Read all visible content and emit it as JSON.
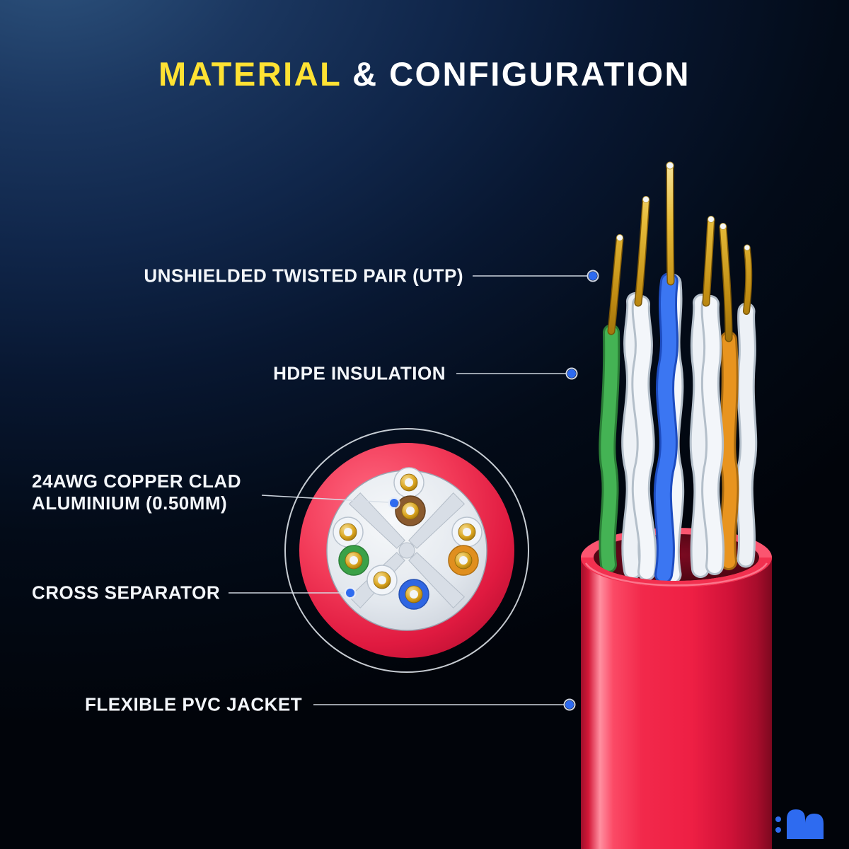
{
  "title": {
    "highlight": "MATERIAL",
    "rest": " & CONFIGURATION"
  },
  "callouts": {
    "utp": {
      "label": "UNSHIELDED TWISTED PAIR (UTP)"
    },
    "hdpe": {
      "label": "HDPE INSULATION"
    },
    "cca": {
      "line1": "24AWG COPPER CLAD",
      "line2": "ALUMINIUM (0.50MM)"
    },
    "cross": {
      "label": "CROSS SEPARATOR"
    },
    "jacket": {
      "label": "FLEXIBLE PVC JACKET"
    }
  },
  "colors": {
    "accent_yellow": "#ffe233",
    "text_white": "#f3f6fa",
    "callout_dot_blue": "#2e6bf0",
    "jacket_red": "#ee2146",
    "wire_blue": "#3b76f2",
    "wire_green": "#44b354",
    "wire_orange": "#e8941f",
    "wire_brown": "#8a5a2e",
    "insulation_white": "#edf1f6",
    "conductor_gold": "#d9a41f",
    "background_navy": "#0e2240",
    "logo_blue": "#2e6bf0"
  },
  "icons": {
    "logo": "brand-wave-logo"
  }
}
